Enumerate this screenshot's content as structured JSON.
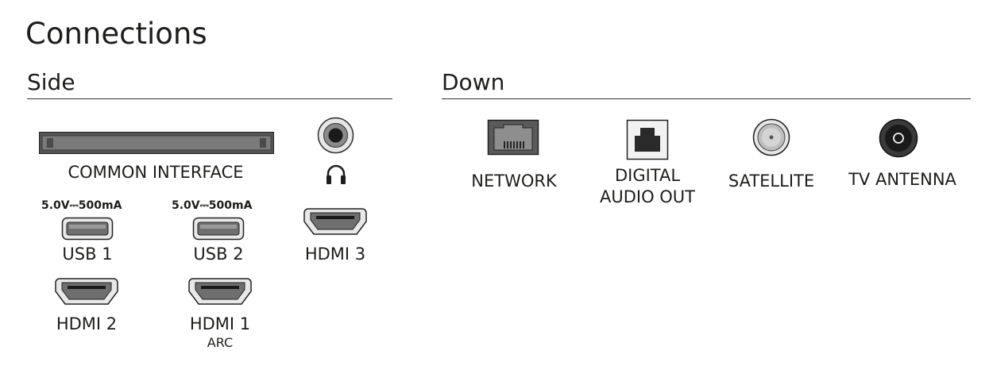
{
  "title": "Connections",
  "sections": {
    "side": {
      "label": "Side",
      "common_interface": "COMMON INTERFACE",
      "usb1_rating": "5.0V⎓500mA",
      "usb2_rating": "5.0V⎓500mA",
      "usb1": "USB 1",
      "usb2": "USB 2",
      "hdmi3": "HDMI 3",
      "hdmi2": "HDMI 2",
      "hdmi1": "HDMI 1",
      "hdmi1_sub": "ARC",
      "headphone_icon": "headphones-icon"
    },
    "down": {
      "label": "Down",
      "network": "NETWORK",
      "digital_audio_line1": "DIGITAL",
      "digital_audio_line2": "AUDIO OUT",
      "satellite": "SATELLITE",
      "tv_antenna": "TV ANTENNA"
    }
  },
  "icons": [
    "ci-slot-icon",
    "headphone-jack-icon",
    "headphones-icon",
    "usb-port-icon",
    "hdmi-port-icon",
    "ethernet-port-icon",
    "optical-port-icon",
    "satellite-connector-icon",
    "antenna-connector-icon"
  ],
  "colors": {
    "text": "#1d1d1b",
    "port_fill": "#6f6f6f",
    "dark": "#222222",
    "light_gray": "#cfcfcf"
  }
}
